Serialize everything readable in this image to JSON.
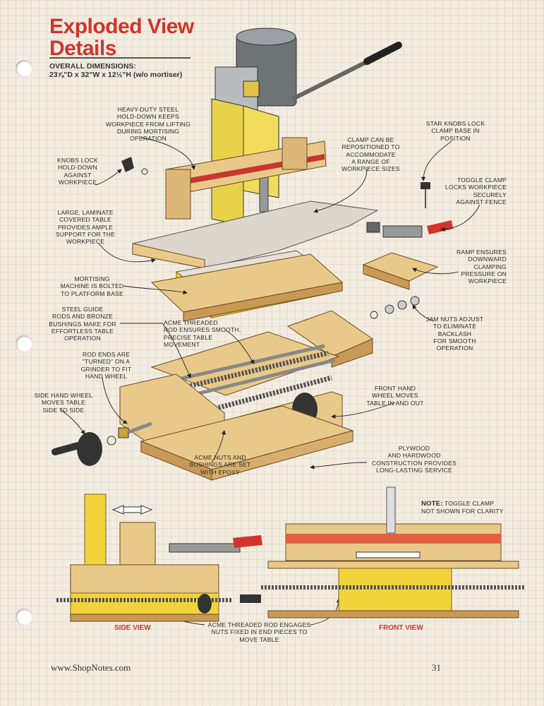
{
  "title": {
    "line1": "Exploded View",
    "line2": "Details"
  },
  "dimensions": {
    "label": "OVERALL DIMENSIONS:",
    "value": "23⅞\"D x 32\"W x 12½\"H (w/o mortiser)"
  },
  "callouts": {
    "hold_down": "HEAVY-DUTY STEEL\nHOLD-DOWN KEEPS\nWORKPIECE FROM LIFTING\nDURING MORTISING\nOPERATION",
    "knobs_lock": "KNOBS LOCK\nHOLD-DOWN\nAGAINST\nWORKPIECE",
    "clamp_reposition": "CLAMP CAN BE\nREPOSITIONED TO\nACCOMMODATE\nA RANGE OF\nWORKPIECE SIZES",
    "star_knobs": "STAR KNOBS LOCK\nCLAMP BASE IN\nPOSITION",
    "toggle_clamp": "TOGGLE CLAMP\nLOCKS WORKPIECE\nSECURELY\nAGAINST FENCE",
    "laminate_table": "LARGE, LAMINATE\nCOVERED TABLE\nPROVIDES AMPLE\nSUPPORT FOR THE\nWORKPIECE",
    "ramp": "RAMP ENSURES\nDOWNWARD\nCLAMPING\nPRESSURE ON\nWORKPIECE",
    "mortising_bolted": "MORTISING\nMACHINE IS BOLTED\nTO PLATFORM BASE",
    "steel_guide": "STEEL GUIDE\nRODS AND BRONZE\nBUSHINGS MAKE FOR\nEFFORTLESS TABLE\nOPERATION",
    "acme_rod": "ACME THREADED\nROD ENSURES SMOOTH,\nPRECISE TABLE\nMOVEMENT",
    "jam_nuts": "JAM NUTS ADJUST\nTO ELIMINATE\nBACKLASH\nFOR SMOOTH\nOPERATION",
    "rod_ends": "ROD ENDS ARE\n\"TURNED\" ON A\nGRINDER TO FIT\nHAND WHEEL",
    "side_wheel": "SIDE HAND WHEEL\nMOVES TABLE\nSIDE TO SIDE",
    "front_wheel": "FRONT HAND\nWHEEL MOVES\nTABLE IN AND OUT",
    "acme_nuts": "ACME NUTS AND\nBUSHINGS ARE SET\nWITH EPOXY",
    "plywood": "PLYWOOD\nAND HARDWOOD\nCONSTRUCTION PROVIDES\nLONG-LASTING SERVICE",
    "note_label": "NOTE:",
    "note_text": "TOGGLE CLAMP\nNOT SHOWN FOR CLARITY",
    "acme_engages": "ACME THREADED ROD ENGAGES\nNUTS FIXED IN END PIECES TO\nMOVE TABLE"
  },
  "views": {
    "side": "SIDE VIEW",
    "front": "FRONT VIEW"
  },
  "footer": {
    "website": "www.ShopNotes.com",
    "page_number": "31"
  },
  "colors": {
    "accent_red": "#d2342b",
    "wood": "#e9c98a",
    "wood_dark": "#c99a55",
    "yellow": "#f1d33c",
    "metal": "#8a8f93"
  }
}
